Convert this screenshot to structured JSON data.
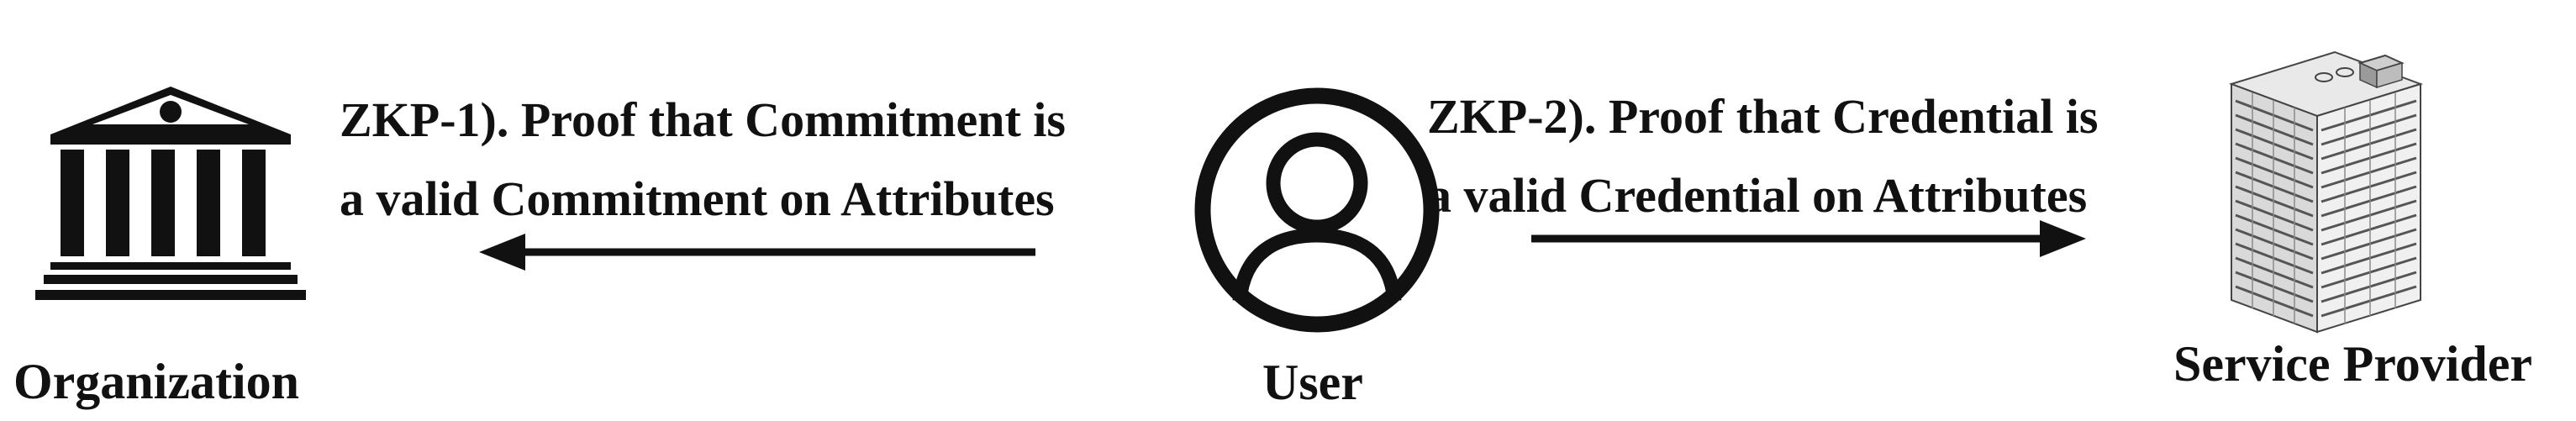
{
  "nodes": {
    "organization": {
      "label": "Organization",
      "icon": "bank-building-icon"
    },
    "user": {
      "label": "User",
      "icon": "user-circle-icon"
    },
    "service_provider": {
      "label": "Service Provider",
      "icon": "office-tower-icon"
    }
  },
  "proofs": {
    "zkp1": {
      "line1": "ZKP-1). Proof that Commitment is",
      "line2": "a valid Commitment on Attributes",
      "direction": "user-to-organization"
    },
    "zkp2": {
      "line1": "ZKP-2). Proof that Credential is",
      "line2": "a valid Credential on Attributes",
      "direction": "user-to-service-provider"
    }
  },
  "colors": {
    "ink": "#111111",
    "building_light": "#e6e6e6",
    "building_mid": "#bdbdbd",
    "building_dark": "#7a7a7a"
  }
}
